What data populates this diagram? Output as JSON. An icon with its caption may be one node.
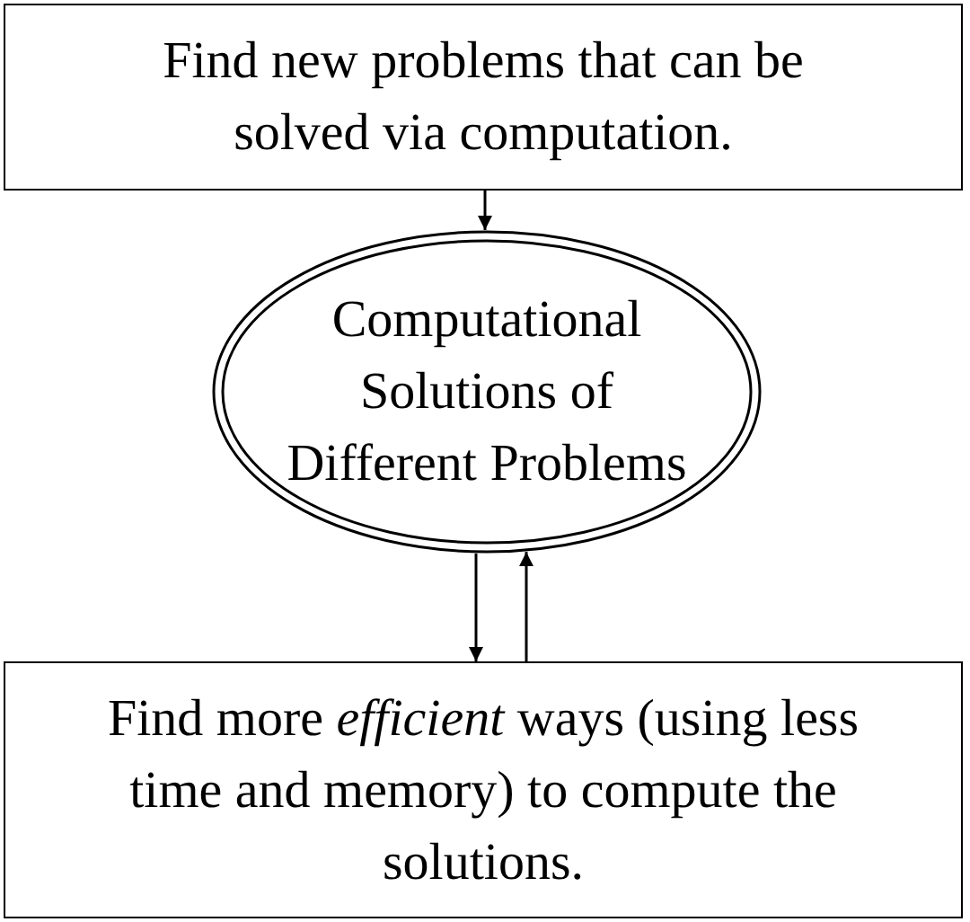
{
  "diagram": {
    "nodes": [
      {
        "text": [
          "Find new problems that can be solved via computation."
        ]
      },
      {
        "text": [
          "Computational Solutions of Different Problems"
        ]
      },
      {
        "text": [
          "Find more *efficient* ways (using less time and memory) to compute the solutions."
        ]
      }
    ],
    "edges": [
      {
        "from": 0,
        "to": 1,
        "arrow": "to"
      },
      {
        "from": 1,
        "to": 2,
        "arrow": "to"
      },
      {
        "from": 2,
        "to": 1,
        "arrow": "to"
      }
    ]
  }
}
